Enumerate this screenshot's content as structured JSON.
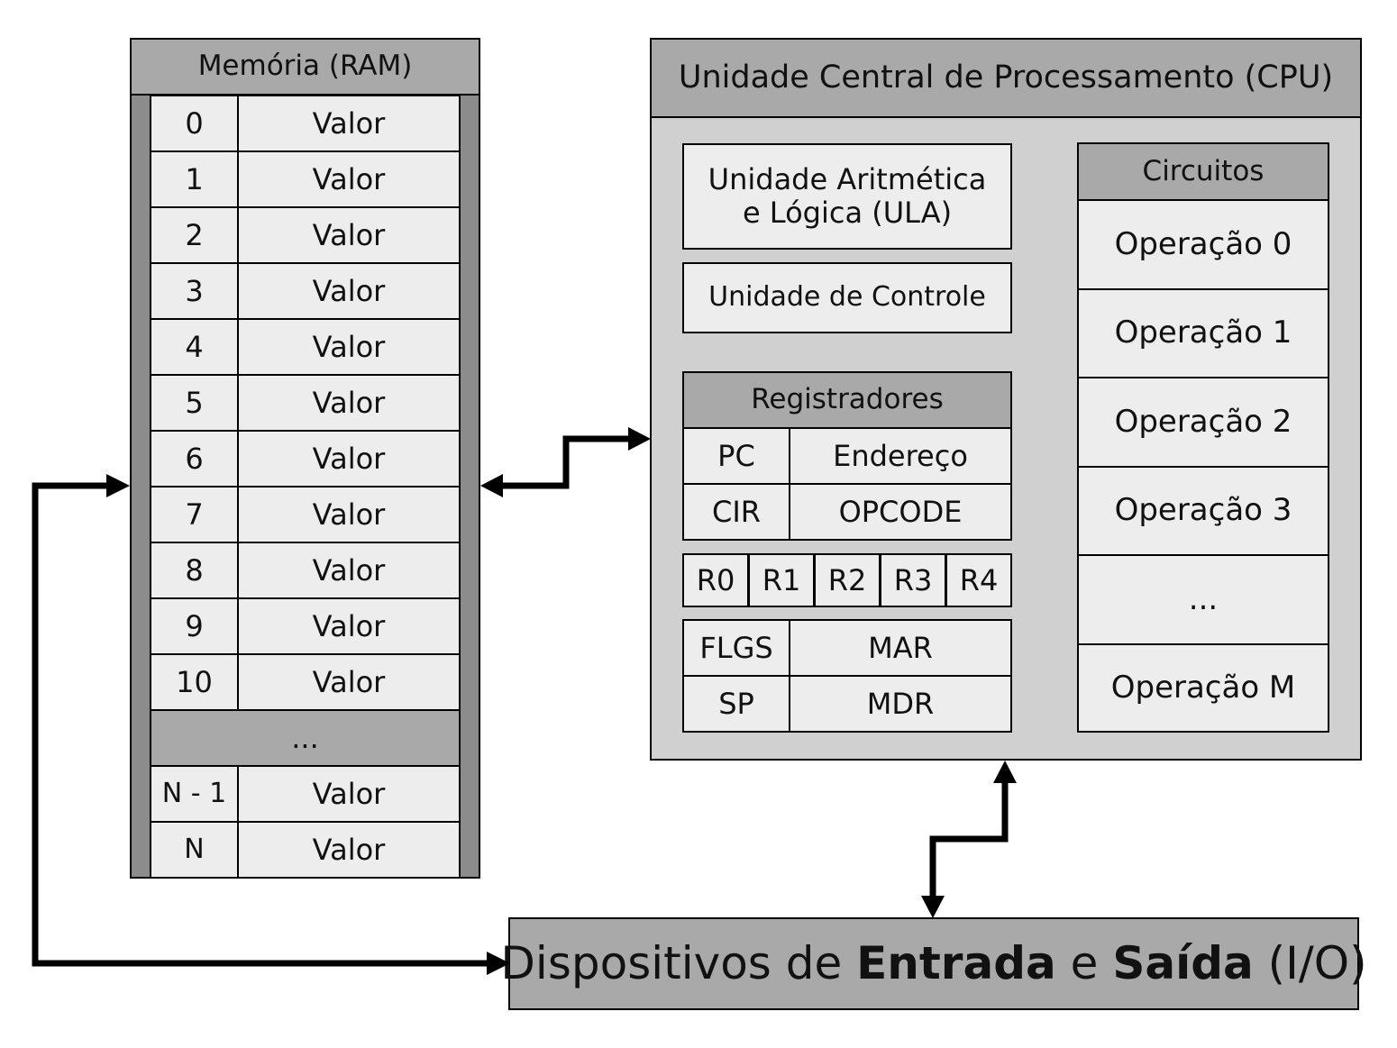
{
  "memory": {
    "title": "Memória (RAM)",
    "rows": [
      {
        "addr": "0",
        "value": "Valor"
      },
      {
        "addr": "1",
        "value": "Valor"
      },
      {
        "addr": "2",
        "value": "Valor"
      },
      {
        "addr": "3",
        "value": "Valor"
      },
      {
        "addr": "4",
        "value": "Valor"
      },
      {
        "addr": "5",
        "value": "Valor"
      },
      {
        "addr": "6",
        "value": "Valor"
      },
      {
        "addr": "7",
        "value": "Valor"
      },
      {
        "addr": "8",
        "value": "Valor"
      },
      {
        "addr": "9",
        "value": "Valor"
      },
      {
        "addr": "10",
        "value": "Valor"
      }
    ],
    "ellipsis": "...",
    "tail_rows": [
      {
        "addr": "N - 1",
        "value": "Valor"
      },
      {
        "addr": "N",
        "value": "Valor"
      }
    ]
  },
  "cpu": {
    "title": "Unidade Central de Processamento (CPU)",
    "alu_line1": "Unidade Aritmética",
    "alu_line2": "e Lógica (ULA)",
    "control_unit": "Unidade de Controle",
    "registers": {
      "title": "Registradores",
      "pc_label": "PC",
      "pc_value": "Endereço",
      "cir_label": "CIR",
      "cir_value": "OPCODE",
      "general": [
        "R0",
        "R1",
        "R2",
        "R3",
        "R4"
      ],
      "flgs": "FLGS",
      "mar": "MAR",
      "sp": "SP",
      "mdr": "MDR"
    },
    "circuits": {
      "title": "Circuitos",
      "operations": [
        "Operação 0",
        "Operação 1",
        "Operação 2",
        "Operação 3",
        "...",
        "Operação M"
      ]
    }
  },
  "io": {
    "part1": "Dispositivos de ",
    "part2": "Entrada",
    "part3": " e ",
    "part4": "Saída",
    "part5": " (I/O)"
  }
}
